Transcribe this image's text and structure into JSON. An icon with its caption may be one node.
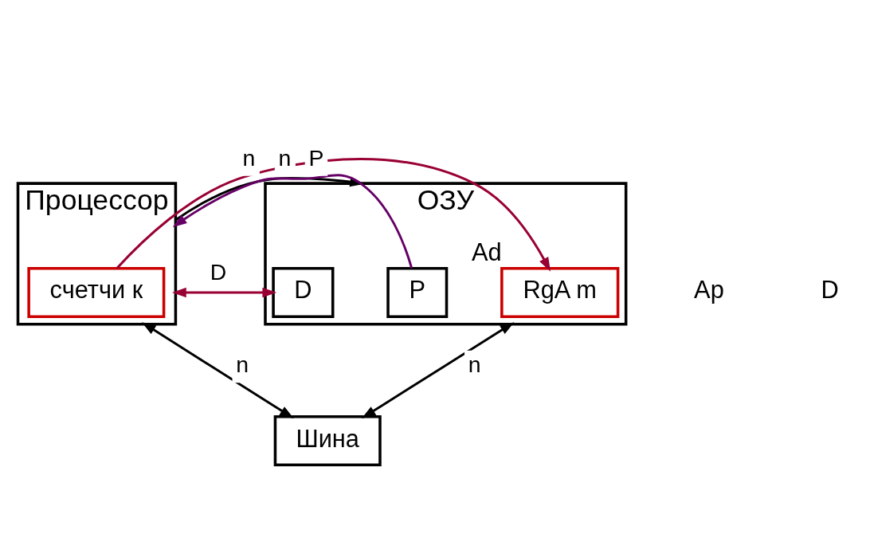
{
  "diagram": {
    "nodes": [
      {
        "text": [
          "Процессор"
        ]
      },
      {
        "text": [
          "счетчи к"
        ],
        "in": 0
      },
      {
        "text": [
          "ОЗУ"
        ]
      },
      {
        "text": [
          "RgA m"
        ],
        "in": 2,
        "beside": [
          "Ad"
        ]
      },
      {
        "text": [
          "P"
        ],
        "in": 2
      },
      {
        "text": [
          "D"
        ],
        "in": 2
      },
      {
        "text": [
          "Шина"
        ]
      }
    ],
    "edges": [
      {
        "from": 1,
        "to": 3,
        "arrow": "to",
        "label": "n",
        "color": "#990033"
      },
      {
        "from": 0,
        "to": 2,
        "arrow": "to",
        "label": "n"
      },
      {
        "from": 0,
        "to": 6,
        "arrow": "both",
        "label": "n"
      },
      {
        "from": 2,
        "to": 6,
        "arrow": "both",
        "label": "n"
      },
      {
        "from": 5,
        "to": 0,
        "arrow": "both",
        "label": "D",
        "color": "#990033"
      },
      {
        "from": 4,
        "to": 0,
        "arrow": "to",
        "label": "P",
        "color": "#660066"
      }
    ],
    "labels": [
      "Ap",
      "D"
    ]
  }
}
